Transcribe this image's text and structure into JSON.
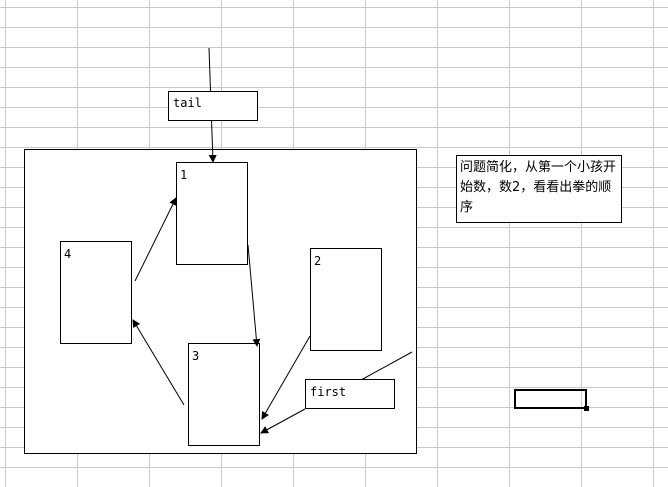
{
  "diagram": {
    "tail_label": "tail",
    "first_label": "first",
    "nodes": [
      {
        "id": "1",
        "label": "1"
      },
      {
        "id": "2",
        "label": "2"
      },
      {
        "id": "3",
        "label": "3"
      },
      {
        "id": "4",
        "label": "4"
      }
    ],
    "note": "问题简化，从第一个小孩开始数，数2，看看出拳的顺序"
  }
}
